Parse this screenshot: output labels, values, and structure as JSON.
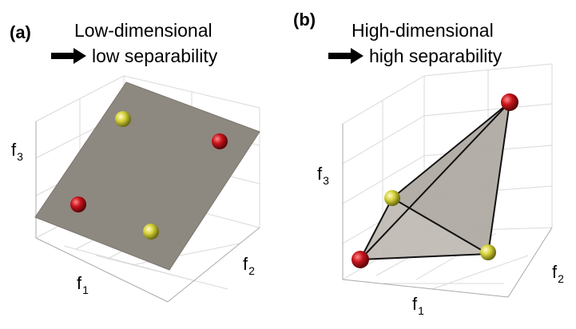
{
  "panel_a": {
    "letter": "(a)",
    "caption_line1": "Low-dimensional",
    "caption_line2": "low separability",
    "axis_x": "f",
    "axis_x_sub": "1",
    "axis_y": "f",
    "axis_y_sub": "2",
    "axis_z": "f",
    "axis_z_sub": "3"
  },
  "panel_b": {
    "letter": "(b)",
    "caption_line1": "High-dimensional",
    "caption_line2": "high separability",
    "axis_x": "f",
    "axis_x_sub": "1",
    "axis_y": "f",
    "axis_y_sub": "2",
    "axis_z": "f",
    "axis_z_sub": "3"
  },
  "colors": {
    "plane": "#8d8880",
    "tetra_fill": "#bdb7b0",
    "red_sphere": "#b0121a",
    "yellow_sphere": "#c8c43a",
    "grid": "#d8d8d8"
  }
}
